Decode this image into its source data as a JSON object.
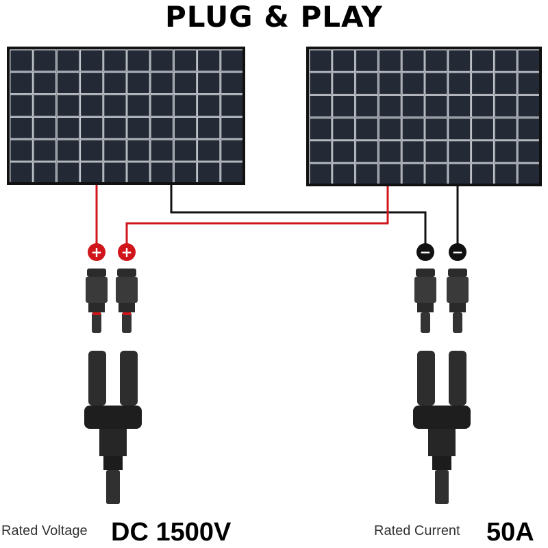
{
  "title": "PLUG & PLAY",
  "specs": {
    "voltage_label": "Rated Voltage",
    "voltage_value": "DC 1500V",
    "current_label": "Rated Current",
    "current_value": "50A"
  },
  "polarity": {
    "positive": "+",
    "negative": "−"
  },
  "colors": {
    "positive_wire": "#d0161b",
    "negative_wire": "#111111",
    "panel": "#1f2530",
    "cell_line": "#cfd3d8"
  }
}
